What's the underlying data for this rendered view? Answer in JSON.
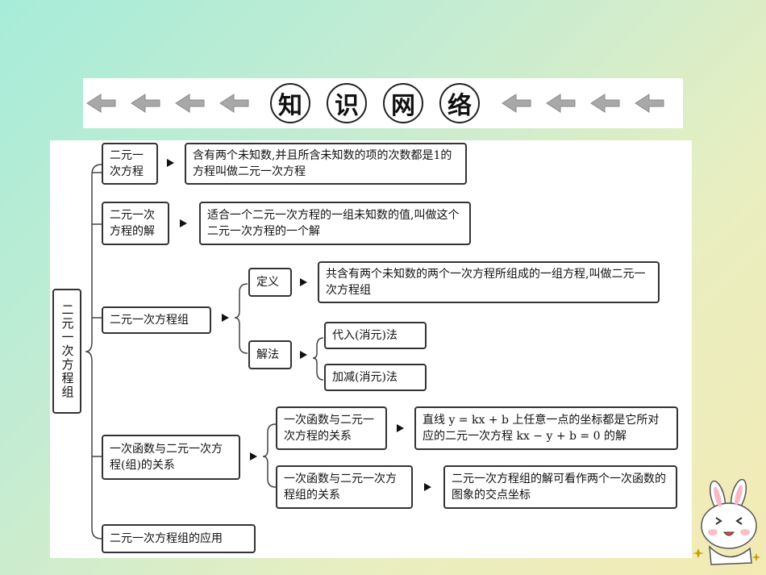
{
  "title_chars": [
    "知",
    "识",
    "网",
    "络"
  ],
  "root": "二元一次方程组",
  "nodes": {
    "def_label": "二元一次方程",
    "def_text": "含有两个未知数,并且所含未知数的项的次数都是1的方程叫做二元一次方程",
    "sol_label": "二元一次方程的解",
    "sol_text": "适合一个二元一次方程的一组未知数的值,叫做这个二元一次方程的一个解",
    "sys_label": "二元一次方程组",
    "sys_def_label": "定义",
    "sys_def_text": "共含有两个未知数的两个一次方程所组成的一组方程,叫做二元一次方程组",
    "sys_method_label": "解法",
    "method_1": "代入(消元)法",
    "method_2": "加减(消元)法",
    "rel_label": "一次函数与二元一次方程(组)的关系",
    "rel_1_label": "一次函数与二元一次方程的关系",
    "rel_1_text": "直线 y = kx + b 上任意一点的坐标都是它所对应的二元一次方程 kx − y + b = 0 的解",
    "rel_2_label": "一次函数与二元一次方程组的关系",
    "rel_2_text": "二元一次方程组的解可看作两个一次函数的图象的交点坐标",
    "app_label": "二元一次方程组的应用"
  },
  "colors": {
    "bg_start": "#a6ecd9",
    "bg_end": "#f3eab4",
    "border": "#333333",
    "arrow_deco": "#a9a9a9"
  }
}
